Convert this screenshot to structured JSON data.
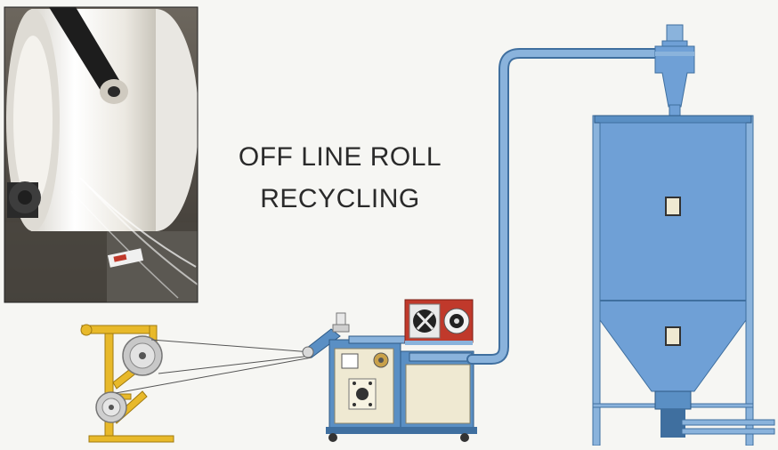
{
  "diagram": {
    "title_lines": [
      "OFF LINE ROLL",
      "RECYCLING"
    ],
    "components": [
      {
        "name": "photo-roll",
        "depicts": "film roll on winding shaft"
      },
      {
        "name": "roll-unwind-stand",
        "color": "#e8b92a"
      },
      {
        "name": "film-feeder-granulator",
        "color": "#5a8fc4"
      },
      {
        "name": "pneumatic-conveying-pipe",
        "color": "#6fa0d6"
      },
      {
        "name": "cyclone-separator",
        "color": "#6fa0d6"
      },
      {
        "name": "storage-silo",
        "color": "#6fa0d6"
      }
    ],
    "colors": {
      "background": "#f6f6f3",
      "stand_yellow": "#e8b92a",
      "machine_blue": "#5a8fc4",
      "silo_blue": "#6fa0d6",
      "motor_red": "#c0392b",
      "panel_cream": "#efe9d2"
    }
  }
}
